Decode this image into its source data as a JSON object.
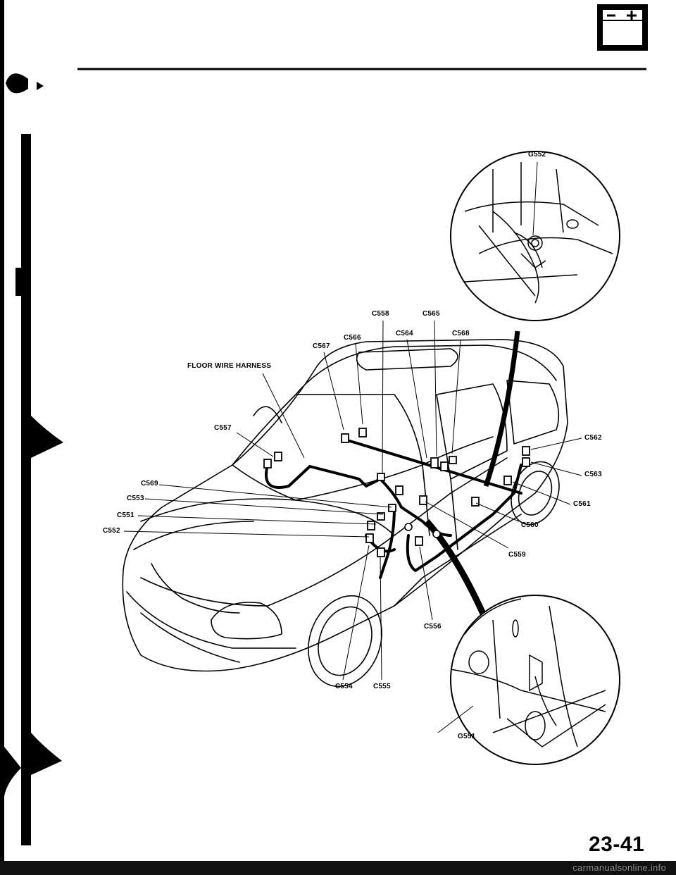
{
  "page_number": "23-41",
  "harness": {
    "title": "FLOOR WIRE HARNESS"
  },
  "grounds": {
    "g552": "G552",
    "g551": "G551"
  },
  "connectors": {
    "c551": "C551",
    "c552": "C552",
    "c553": "C553",
    "c554": "C554",
    "c555": "C555",
    "c556": "C556",
    "c557": "C557",
    "c558": "C558",
    "c559": "C559",
    "c560": "C560",
    "c561": "C561",
    "c562": "C562",
    "c563": "C563",
    "c564": "C564",
    "c565": "C565",
    "c566": "C566",
    "c567": "C567",
    "c568": "C568",
    "c569": "C569"
  },
  "header_icon": {
    "symbols": "- +",
    "icon": "battery-icon"
  },
  "footer": {
    "watermark": "carmanualsonline.info"
  }
}
